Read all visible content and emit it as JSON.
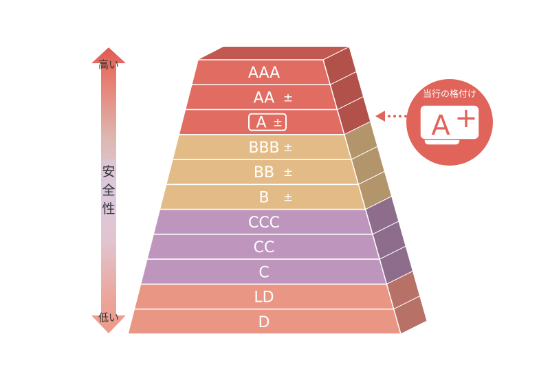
{
  "axis": {
    "high_label": "高い",
    "low_label": "低い",
    "title_chars": [
      "安",
      "全",
      "性"
    ]
  },
  "tiers": [
    {
      "label": "AAA",
      "plusminus": ""
    },
    {
      "label": "AA",
      "plusminus": "±"
    },
    {
      "label": "A",
      "plusminus": "±",
      "highlighted": true
    },
    {
      "label": "BBB",
      "plusminus": "±"
    },
    {
      "label": "BB",
      "plusminus": "±"
    },
    {
      "label": "B",
      "plusminus": "±"
    },
    {
      "label": "CCC",
      "plusminus": ""
    },
    {
      "label": "CC",
      "plusminus": ""
    },
    {
      "label": "C",
      "plusminus": ""
    },
    {
      "label": "LD",
      "plusminus": ""
    },
    {
      "label": "D",
      "plusminus": ""
    }
  ],
  "groups": [
    {
      "name": "A",
      "front": "#e16c62",
      "side": "#b2504a"
    },
    {
      "name": "B",
      "front": "#e3bb86",
      "side": "#b3956c"
    },
    {
      "name": "C",
      "front": "#be96bd",
      "side": "#8e6d8c"
    },
    {
      "name": "D",
      "front": "#e99684",
      "side": "#b87166"
    }
  ],
  "badge": {
    "caption": "当行の格付け",
    "grade": "A",
    "modifier": "+",
    "color": "#e0645a"
  }
}
